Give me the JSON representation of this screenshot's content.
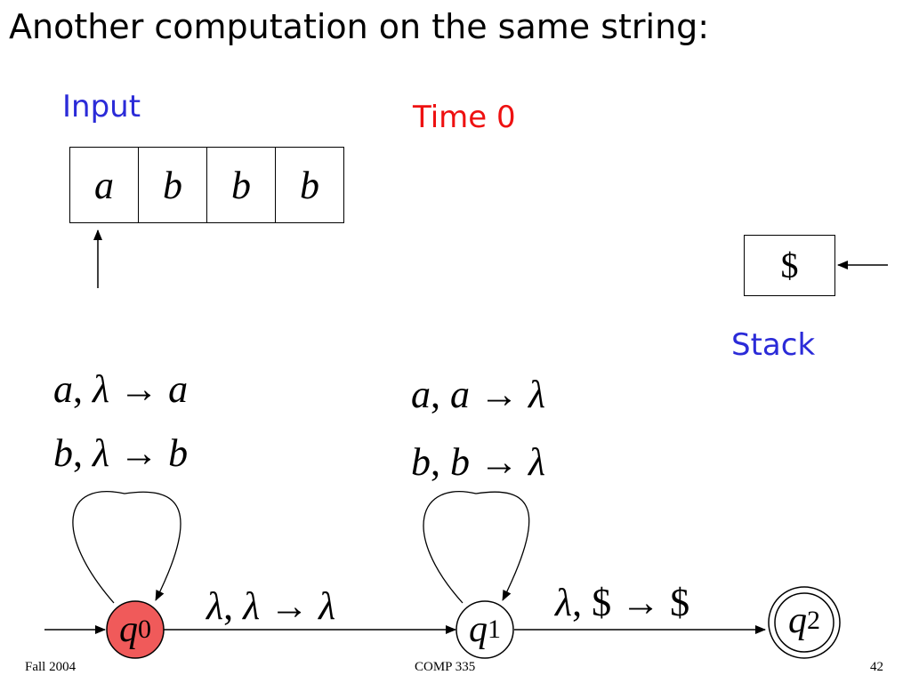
{
  "title": "Another computation on the same string:",
  "input": {
    "label": "Input",
    "tape": [
      "a",
      "b",
      "b",
      "b"
    ]
  },
  "time": "Time 0",
  "stack": {
    "label": "Stack",
    "cells": [
      "$"
    ]
  },
  "transitions": {
    "q0_loop": [
      {
        "input": "a",
        "pop": "λ",
        "push": "a"
      },
      {
        "input": "b",
        "pop": "λ",
        "push": "b"
      }
    ],
    "q1_loop": [
      {
        "input": "a",
        "pop": "a",
        "push": "λ"
      },
      {
        "input": "b",
        "pop": "b",
        "push": "λ"
      }
    ],
    "q0_to_q1": {
      "input": "λ",
      "pop": "λ",
      "push": "λ"
    },
    "q1_to_q2": {
      "input": "λ",
      "pop": "$",
      "push": "$"
    }
  },
  "states": [
    {
      "name": "q",
      "sub": "0",
      "active": true,
      "accepting": false
    },
    {
      "name": "q",
      "sub": "1",
      "active": false,
      "accepting": false
    },
    {
      "name": "q",
      "sub": "2",
      "active": false,
      "accepting": true
    }
  ],
  "colors": {
    "active_state": "#f05a5a",
    "label_blue": "#2b2bd8",
    "time_red": "#ee1111"
  },
  "footer": {
    "left": "Fall 2004",
    "center": "COMP 335",
    "right": "42"
  }
}
